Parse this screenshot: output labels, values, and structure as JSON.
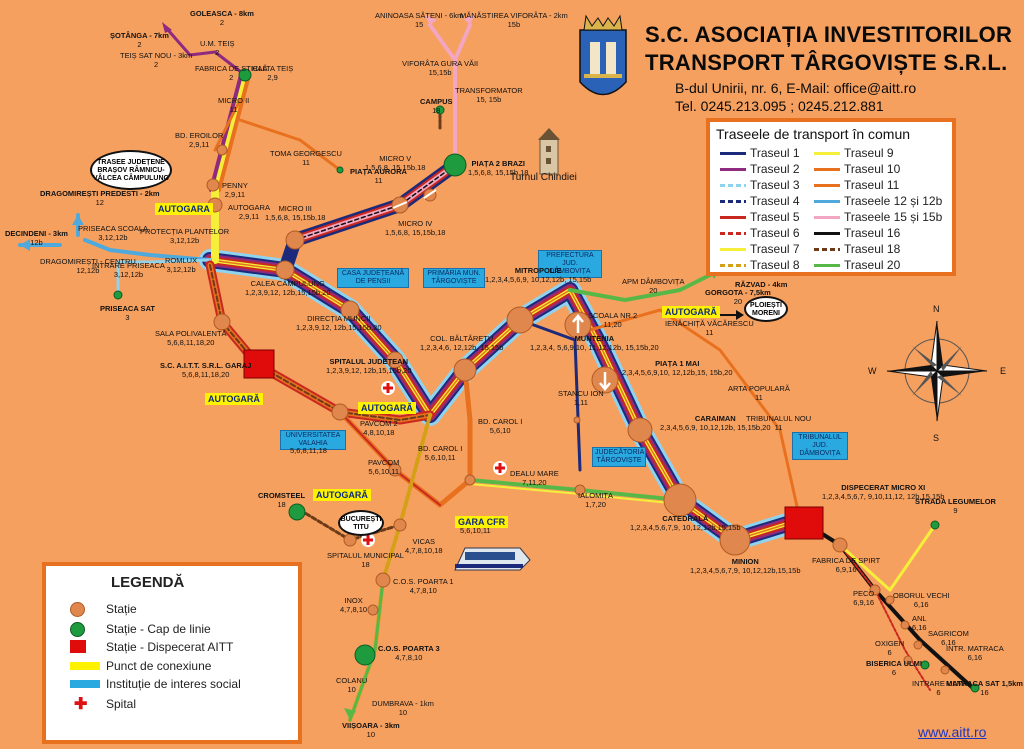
{
  "header": {
    "title_line1": "S.C. ASOCIAȚIA INVESTITORILOR",
    "title_line2": "TRANSPORT TÂRGOVIȘTE S.R.L.",
    "address": "B-dul Unirii, nr. 6, E-Mail: office@aitt.ro",
    "phone": "Tel. 0245.213.095 ; 0245.212.881"
  },
  "routes_legend": {
    "title": "Traseele de transport în comun",
    "items": [
      {
        "label": "Traseul 1",
        "color": "#1b2a7a"
      },
      {
        "label": "Traseul 2",
        "color": "#8e2b7f"
      },
      {
        "label": "Traseul 3",
        "color": "#8fd3ef"
      },
      {
        "label": "Traseul 4",
        "color": "#1b2a7a"
      },
      {
        "label": "Traseul 5",
        "color": "#c8281f"
      },
      {
        "label": "Traseul 6",
        "color": "#c8281f"
      },
      {
        "label": "Traseul 7",
        "color": "#f5ef3a"
      },
      {
        "label": "Traseul 8",
        "color": "#d4a017"
      },
      {
        "label": "Traseul 9",
        "color": "#f5ef3a"
      },
      {
        "label": "Traseul 10",
        "color": "#e8711f"
      },
      {
        "label": "Traseul 11",
        "color": "#e8711f"
      },
      {
        "label": "Traseele 12 și 12b",
        "color": "#4fa9dc"
      },
      {
        "label": "Traseele 15 și 15b",
        "color": "#f3a6c2"
      },
      {
        "label": "Traseul 16",
        "color": "#111111"
      },
      {
        "label": "Traseul 18",
        "color": "#6b3b1a"
      },
      {
        "label": "Traseul 20",
        "color": "#58b847"
      }
    ]
  },
  "legend": {
    "title": "LEGENDĂ",
    "items": [
      {
        "label": "Stație"
      },
      {
        "label": "Stație - Cap de linie"
      },
      {
        "label": "Stație - Dispecerat AITT"
      },
      {
        "label": "Punct de conexiune"
      },
      {
        "label": "Instituție de interes social"
      },
      {
        "label": "Spital"
      }
    ]
  },
  "landmarks": {
    "turnul": "Turnul Chindiei"
  },
  "website": "www.aitt.ro",
  "stops": [
    {
      "id": "goleasca",
      "name": "GOLEASCA - 8km",
      "routes": "2"
    },
    {
      "id": "sotanga",
      "name": "ȘOTÂNGA - 7km",
      "routes": "2"
    },
    {
      "id": "teis_sat",
      "name": "TEIȘ SAT NOU - 3km",
      "routes": "2"
    },
    {
      "id": "um_teis",
      "name": "U.M. TEIȘ",
      "routes": "2"
    },
    {
      "id": "fabrica_sticla",
      "name": "FABRICA DE STICLĂ",
      "routes": "2"
    },
    {
      "id": "halta_teis",
      "name": "HALTA TEIȘ",
      "routes": "2,9"
    },
    {
      "id": "micro2",
      "name": "MICRO II",
      "routes": "11"
    },
    {
      "id": "bd_eroilor",
      "name": "BD. EROILOR",
      "routes": "2,9,11"
    },
    {
      "id": "penny",
      "name": "PENNY",
      "routes": "2,9,11"
    },
    {
      "id": "autogara_stop",
      "name": "AUTOGARA",
      "routes": "2,9,11"
    },
    {
      "id": "toma",
      "name": "TOMA GEORGESCU",
      "routes": "11"
    },
    {
      "id": "piata_aurora",
      "name": "PIAȚA AURORA",
      "routes": "11"
    },
    {
      "id": "micro3",
      "name": "MICRO III",
      "routes": "1,5,6,8, 15,15b,18"
    },
    {
      "id": "micro5",
      "name": "MICRO V",
      "routes": "1,5,6,8, 15,15b,18"
    },
    {
      "id": "micro4",
      "name": "MICRO IV",
      "routes": "1,5,6,8, 15,15b,18"
    },
    {
      "id": "piata2brazi",
      "name": "PIAȚA 2 BRAZI",
      "routes": "1,5,6,8, 15,15b,18"
    },
    {
      "id": "campus",
      "name": "CAMPUS",
      "routes": "18"
    },
    {
      "id": "aninoasa",
      "name": "ANINOASA SĂTENI - 6km",
      "routes": "15"
    },
    {
      "id": "manastirea",
      "name": "MĂNĂSTIREA VIFORÂTA - 2km",
      "routes": "15b"
    },
    {
      "id": "viforata",
      "name": "VIFORÂTA GURA VĂII",
      "routes": "15,15b"
    },
    {
      "id": "transformator",
      "name": "TRANSFORMATOR",
      "routes": "15, 15b"
    },
    {
      "id": "dragomiresti_p",
      "name": "DRAGOMIREȘTI PREDESTI - 2km",
      "routes": "12"
    },
    {
      "id": "decindeni",
      "name": "DECINDENI - 3km",
      "routes": "12b"
    },
    {
      "id": "priseaca_scoala",
      "name": "PRISEACA SCOALA",
      "routes": "3,12,12b"
    },
    {
      "id": "protectia",
      "name": "PROTECȚIA PLANTELOR",
      "routes": "3,12,12b"
    },
    {
      "id": "dragomiresti_c",
      "name": "DRAGOMIREȘTI - CENTRU",
      "routes": "12,12b"
    },
    {
      "id": "intrare_priseaca",
      "name": "INTRARE PRISEACA",
      "routes": "3,12,12b"
    },
    {
      "id": "romlux",
      "name": "ROMLUX",
      "routes": "3,12,12b"
    },
    {
      "id": "priseaca_sat",
      "name": "PRISEACA SAT",
      "routes": "3"
    },
    {
      "id": "calea_campulung",
      "name": "CALEA CÂMPULUNG",
      "routes": "1,2,3,9,12, 12b,15,15b,20"
    },
    {
      "id": "directia_muncii",
      "name": "DIRECȚIA MUNCII",
      "routes": "1,2,3,9,12, 12b,15,15b,20"
    },
    {
      "id": "sala_polivalenta",
      "name": "SALA POLIVALENTĂ",
      "routes": "5,6,8,11,18,20"
    },
    {
      "id": "aitt_garaj",
      "name": "S.C. A.I.T.T. S.R.L. GARAJ",
      "routes": "5,6,8,11,18,20"
    },
    {
      "id": "spitalul_judetean",
      "name": "SPITALUL JUDEȚEAN",
      "routes": "1,2,3,9,12, 12b,15,15b,20"
    },
    {
      "id": "col_baltaretu",
      "name": "COL. BĂLTĂREȚU",
      "routes": "1,2,3,4,6, 12,12b, 15,15b"
    },
    {
      "id": "mitropolie",
      "name": "MITROPOLIE",
      "routes": "1,2,3,4,5,6,9, 10,12,12b, 15,15b"
    },
    {
      "id": "muntenia",
      "name": "MUNTENIA",
      "routes": "1,2,3,4, 5,6,9,10, 11,12,12b, 15,15b,20"
    },
    {
      "id": "apm",
      "name": "APM DÂMBOVIȚA",
      "routes": "20"
    },
    {
      "id": "razvad",
      "name": "RĂZVAD - 4km",
      "routes": ""
    },
    {
      "id": "gorgota",
      "name": "GORGOTA - 7,5km",
      "routes": "20"
    },
    {
      "id": "scoala_nr2",
      "name": "ȘCOALA NR.2",
      "routes": "11,20"
    },
    {
      "id": "ienachita",
      "name": "IENĂCHIȚĂ VĂCĂRESCU",
      "routes": "11"
    },
    {
      "id": "arta_populara",
      "name": "ARTA POPULARĂ",
      "routes": "11"
    },
    {
      "id": "tribunalul_nou",
      "name": "TRIBUNALUL NOU",
      "routes": "11"
    },
    {
      "id": "piata1mai",
      "name": "PIAȚA 1 MAI",
      "routes": "2,3,4,5,6,9,10, 12,12b,15, 15b,20"
    },
    {
      "id": "stancu_ion",
      "name": "STANCU ION",
      "routes": "1,11"
    },
    {
      "id": "caraiman",
      "name": "CARAIMAN",
      "routes": "2,3,4,5,6,9, 10,12,12b, 15,15b,20"
    },
    {
      "id": "pavcom2",
      "name": "PAVCOM 2",
      "routes": "4,8,10,18"
    },
    {
      "id": "bd_carol1",
      "name": "BD. CAROL I",
      "routes": "5,6,10"
    },
    {
      "id": "bd_carol1b",
      "name": "BD. CAROL I",
      "routes": "5,6,10,11"
    },
    {
      "id": "dealu_mare",
      "name": "DEALU MARE",
      "routes": "7,11,20"
    },
    {
      "id": "ialomita",
      "name": "IALOMIȚA",
      "routes": "1,7,20"
    },
    {
      "id": "catedrala",
      "name": "CATEDRALĂ",
      "routes": "1,2,3,4,5,6,7,9, 10,12,12b,15,15b"
    },
    {
      "id": "minion",
      "name": "MINION",
      "routes": "1,2,3,4,5,6,7,9, 10,12,12b,15,15b"
    },
    {
      "id": "dispecerat",
      "name": "DISPECERAT MICRO XI",
      "routes": "1,2,3,4,5,6,7, 9,10,11,12, 12b,15,15b"
    },
    {
      "id": "pavcom",
      "name": "PAVCOM",
      "routes": "5,6,10,11"
    },
    {
      "id": "univ_valahia",
      "name": "",
      "routes": "5,6,8,11,18"
    },
    {
      "id": "cromsteel",
      "name": "CROMSTEEL",
      "routes": "18"
    },
    {
      "id": "gara_cfr",
      "name": "",
      "routes": "5,6,10,11"
    },
    {
      "id": "spitalul_municipal",
      "name": "SPITALUL MUNICIPAL",
      "routes": "18"
    },
    {
      "id": "vicas",
      "name": "VICAS",
      "routes": "4,7,8,10,18"
    },
    {
      "id": "cos_poarta1",
      "name": "C.O.S. POARTA 1",
      "routes": "4,7,8,10"
    },
    {
      "id": "inox",
      "name": "INOX",
      "routes": "4,7,8,10"
    },
    {
      "id": "cos_poarta3",
      "name": "C.O.S. POARTA 3",
      "routes": "4,7,8,10"
    },
    {
      "id": "colanu",
      "name": "COLANU",
      "routes": "10"
    },
    {
      "id": "dumbrava",
      "name": "DUMBRAVA - 1km",
      "routes": "10"
    },
    {
      "id": "viisoara",
      "name": "VIIȘOARA - 3km",
      "routes": "10"
    },
    {
      "id": "fabrica_spirt",
      "name": "FABRICA DE SPIRT",
      "routes": "6,9,16"
    },
    {
      "id": "peco",
      "name": "PECO",
      "routes": "6,9,16"
    },
    {
      "id": "oborul_vechi",
      "name": "OBORUL VECHI",
      "routes": "6,16"
    },
    {
      "id": "anl",
      "name": "ANL",
      "routes": "6,16"
    },
    {
      "id": "sagricom",
      "name": "SAGRICOM",
      "routes": "6,16"
    },
    {
      "id": "oxigen",
      "name": "OXIGEN",
      "routes": "6"
    },
    {
      "id": "intr_matraca",
      "name": "INTR. MATRACA",
      "routes": "6,16"
    },
    {
      "id": "biserica_ulmi",
      "name": "BISERICA ULMI",
      "routes": "6"
    },
    {
      "id": "intrare_ulmi",
      "name": "INTRARE ULMI",
      "routes": "6"
    },
    {
      "id": "matraca_sat",
      "name": "MATRACA SAT 1,5km",
      "routes": "16"
    },
    {
      "id": "strada_legumelor",
      "name": "STRADA LEGUMELOR",
      "routes": "9"
    }
  ],
  "tags": {
    "blue": [
      "CASA JUDEȚEANĂ DE PENSII",
      "PRIMĂRIA MUN. TÂRGOVIȘTE",
      "PREFECTURA JUD. DÂMBOVIȚA",
      "UNIVERSITATEA VALAHIA",
      "TRIBUNALUL JUD. DÂMBOVIȚA",
      "JUDECĂTORIA TÂRGOVIȘTE"
    ],
    "yellow": [
      "AUTOGARA",
      "AUTOGARĂ",
      "AUTOGARĂ",
      "AUTOGARĂ",
      "AUTOGARĂ",
      "GARA CFR"
    ]
  },
  "ovals": {
    "brasov": "TRASEE JUDEȚENE BRAȘOV RÂMNICU-VÂLCEA CÂMPULUNG",
    "ploiesti": "PLOIEȘTI MORENI",
    "bucuresti": "BUCUREȘTI TITU"
  },
  "compass": {
    "n": "N",
    "s": "S",
    "e": "E",
    "w": "W"
  }
}
